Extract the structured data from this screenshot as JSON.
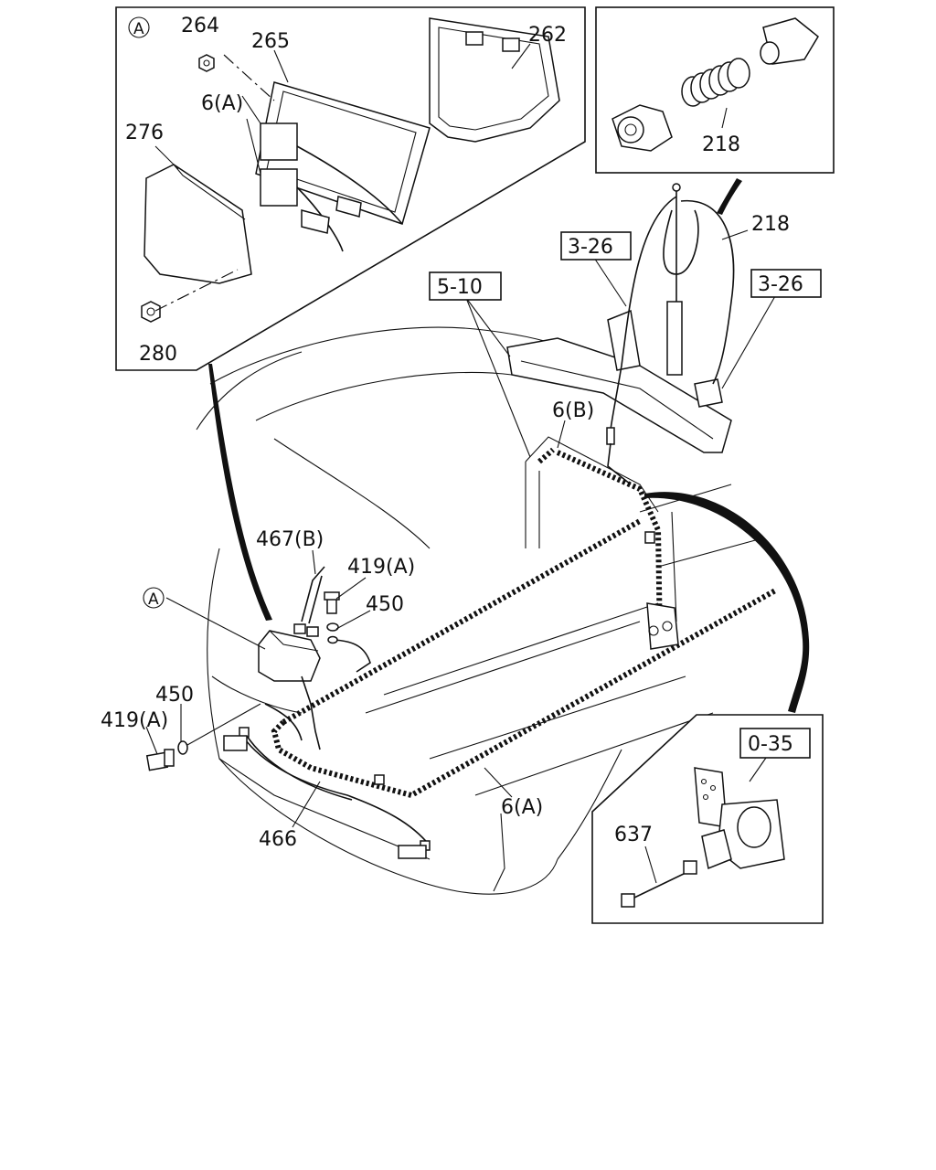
{
  "detail_a": {
    "marker": "A",
    "labels": [
      "264",
      "265",
      "262",
      "6(A)",
      "276",
      "280"
    ]
  },
  "detail_connector": {
    "labels": [
      "218"
    ]
  },
  "detail_sensor": {
    "ref": "0-35",
    "labels": [
      "637"
    ]
  },
  "main": {
    "marker": "A",
    "refs": [
      "5-10",
      "3-26",
      "3-26"
    ],
    "labels": [
      "218",
      "6(B)",
      "467(B)",
      "419(A)",
      "450",
      "450",
      "419(A)",
      "466",
      "6(A)"
    ]
  }
}
